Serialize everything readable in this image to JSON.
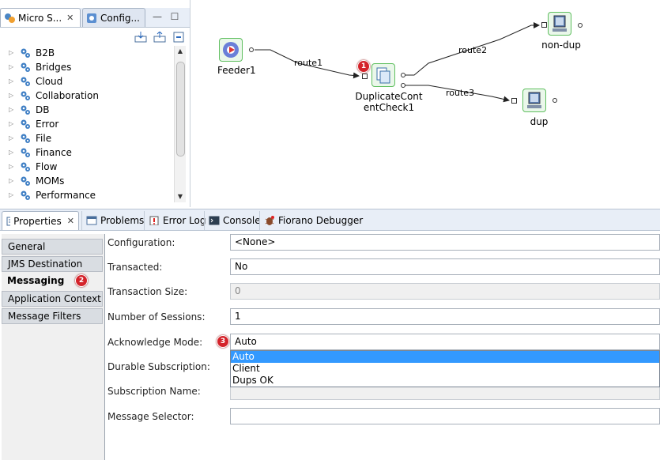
{
  "palette": {
    "tabs": [
      {
        "label": "Micro S...",
        "closable": true
      },
      {
        "label": "Config..."
      }
    ],
    "tree": [
      {
        "label": "B2B"
      },
      {
        "label": "Bridges"
      },
      {
        "label": "Cloud"
      },
      {
        "label": "Collaboration"
      },
      {
        "label": "DB"
      },
      {
        "label": "Error"
      },
      {
        "label": "File"
      },
      {
        "label": "Finance"
      },
      {
        "label": "Flow"
      },
      {
        "label": "MOMs"
      },
      {
        "label": "Performance"
      }
    ]
  },
  "canvas": {
    "nodes": {
      "feeder": "Feeder1",
      "dupcheck_line1": "DuplicateCont",
      "dupcheck_line2": "entCheck1",
      "nondup": "non-dup",
      "dup": "dup"
    },
    "routes": {
      "route1": "route1",
      "route2": "route2",
      "route3": "route3"
    },
    "badge": "1"
  },
  "bottom_tabs": [
    {
      "label": "Properties"
    },
    {
      "label": "Problems"
    },
    {
      "label": "Error Log"
    },
    {
      "label": "Console"
    },
    {
      "label": "Fiorano Debugger"
    }
  ],
  "sidebar": {
    "tabs": [
      "General",
      "JMS Destination",
      "Messaging",
      "Application Context",
      "Message Filters"
    ],
    "badge": "2"
  },
  "properties": {
    "configuration": {
      "label": "Configuration:",
      "value": "<None>"
    },
    "transacted": {
      "label": "Transacted:",
      "value": "No"
    },
    "transaction_size": {
      "label": "Transaction Size:",
      "value": "0"
    },
    "sessions": {
      "label": "Number of Sessions:",
      "value": "1"
    },
    "ack_mode": {
      "label": "Acknowledge Mode:",
      "value": "Auto",
      "badge": "3"
    },
    "durable": {
      "label": "Durable Subscription:"
    },
    "sub_name": {
      "label": "Subscription Name:"
    },
    "selector": {
      "label": "Message Selector:",
      "value": ""
    }
  },
  "ack_dropdown": {
    "options": [
      "Auto",
      "Client",
      "Dups OK"
    ],
    "selected": "Auto"
  },
  "colors": {
    "accent_select": "#3399ff",
    "node_border": "#5fbf5f",
    "badge": "#d4232a"
  }
}
